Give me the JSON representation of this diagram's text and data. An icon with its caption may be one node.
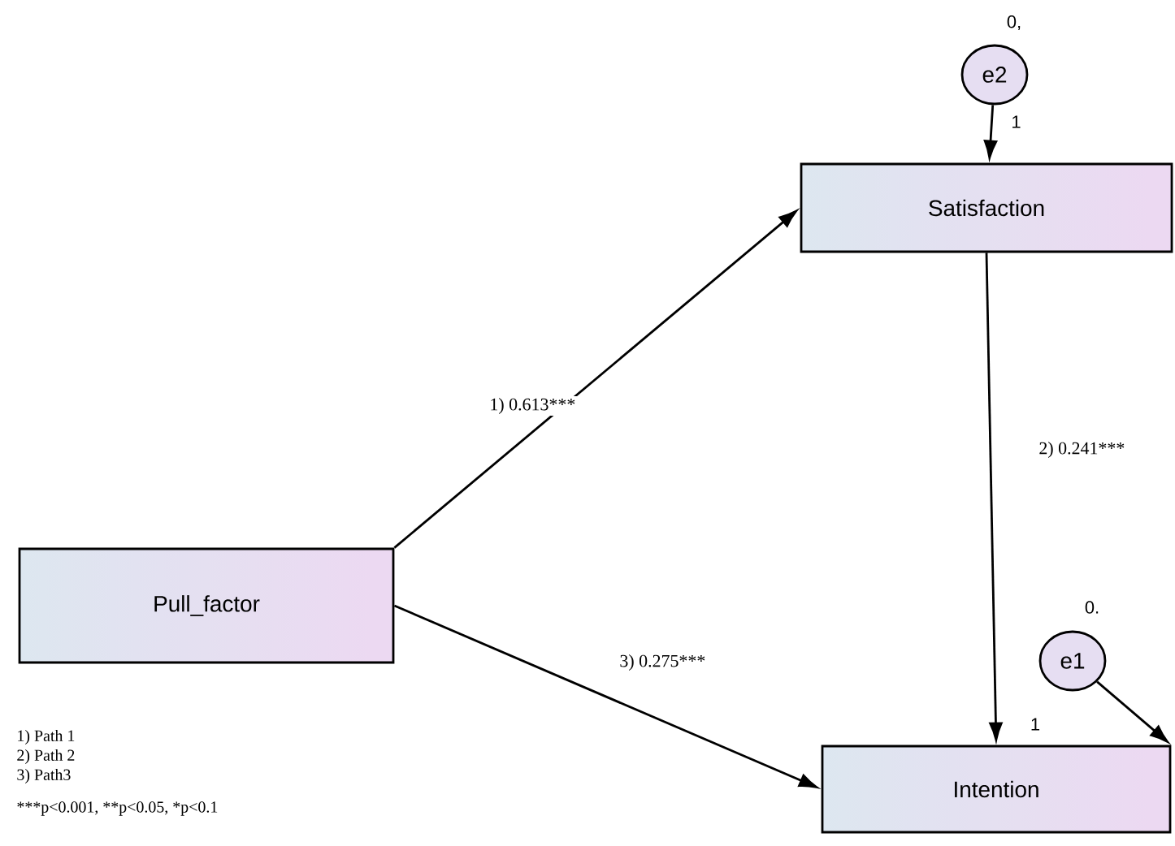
{
  "diagram": {
    "nodes": [
      {
        "text": [
          "Pull_factor"
        ]
      },
      {
        "text": [
          "Satisfaction"
        ]
      },
      {
        "text": [
          "Intention"
        ]
      },
      {
        "text": [
          "e2"
        ],
        "beside": [
          "0,"
        ]
      },
      {
        "text": [
          "e1"
        ],
        "beside": [
          "0."
        ]
      }
    ],
    "edges": [
      {
        "from": 0,
        "to": 1,
        "arrow": "to",
        "label": "1) 0.613***"
      },
      {
        "from": 1,
        "to": 2,
        "arrow": "to",
        "label": "2) 0.241***"
      },
      {
        "from": 0,
        "to": 2,
        "arrow": "to",
        "label": "3) 0.275***"
      },
      {
        "from": 3,
        "to": 1,
        "arrow": "to",
        "label": "1"
      },
      {
        "from": 4,
        "to": 2,
        "arrow": "to",
        "label": "1"
      }
    ],
    "labels": [
      "1) Path 1",
      "2) Path 2",
      "3) Path3",
      "***p<0.001, **p<0.05, *p<0.1"
    ]
  }
}
